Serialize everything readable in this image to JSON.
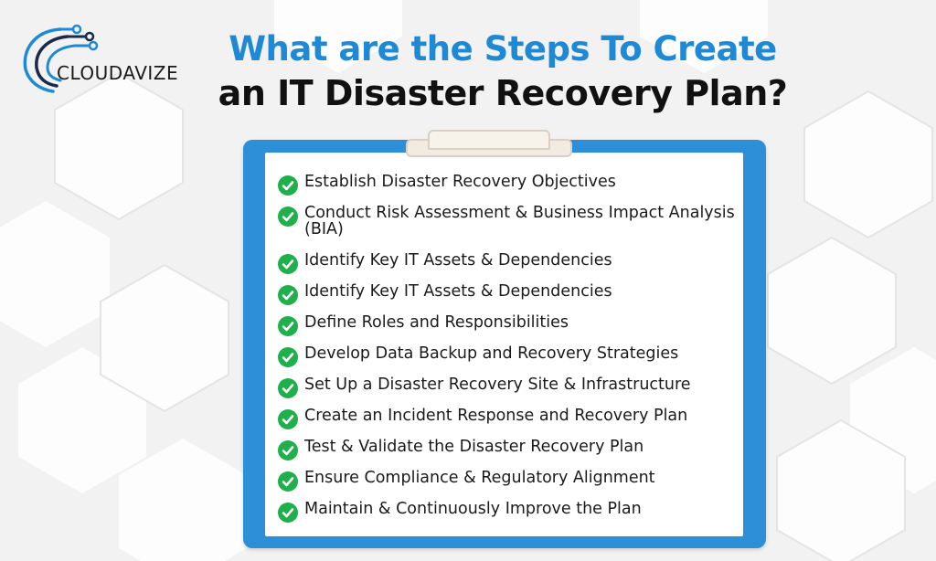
{
  "logo": {
    "text": "CLOUDAVIZE",
    "icon": "circuit-arc-logo-icon",
    "colors": {
      "arc": "#1e8ad6",
      "dark_arc": "#1a2a4a",
      "text": "#1a1a1a"
    }
  },
  "header": {
    "line1": "What are the Steps To Create",
    "line2": "an IT Disaster Recovery Plan?"
  },
  "colors": {
    "title_blue": "#1e8ad6",
    "title_dark": "#111111",
    "clipboard_blue": "#2d8fd8",
    "check_green": "#20b04b",
    "background": "#f3f3f3"
  },
  "steps": [
    {
      "label": "Establish Disaster Recovery Objectives",
      "icon": "green-check-circle-icon"
    },
    {
      "label": "Conduct Risk Assessment & Business Impact Analysis (BIA)",
      "icon": "green-check-circle-icon"
    },
    {
      "label": "Identify Key IT Assets & Dependencies",
      "icon": "green-check-circle-icon"
    },
    {
      "label": "Identify Key IT Assets & Dependencies",
      "icon": "green-check-circle-icon"
    },
    {
      "label": "Define Roles and Responsibilities",
      "icon": "green-check-circle-icon"
    },
    {
      "label": "Develop Data Backup and Recovery Strategies",
      "icon": "green-check-circle-icon"
    },
    {
      "label": "Set Up a Disaster Recovery Site & Infrastructure",
      "icon": "green-check-circle-icon"
    },
    {
      "label": "Create an Incident Response and Recovery Plan",
      "icon": "green-check-circle-icon"
    },
    {
      "label": "Test & Validate the Disaster Recovery Plan",
      "icon": "green-check-circle-icon"
    },
    {
      "label": "Ensure Compliance & Regulatory Alignment",
      "icon": "green-check-circle-icon"
    },
    {
      "label": "Maintain & Continuously Improve the Plan",
      "icon": "green-check-circle-icon"
    }
  ]
}
